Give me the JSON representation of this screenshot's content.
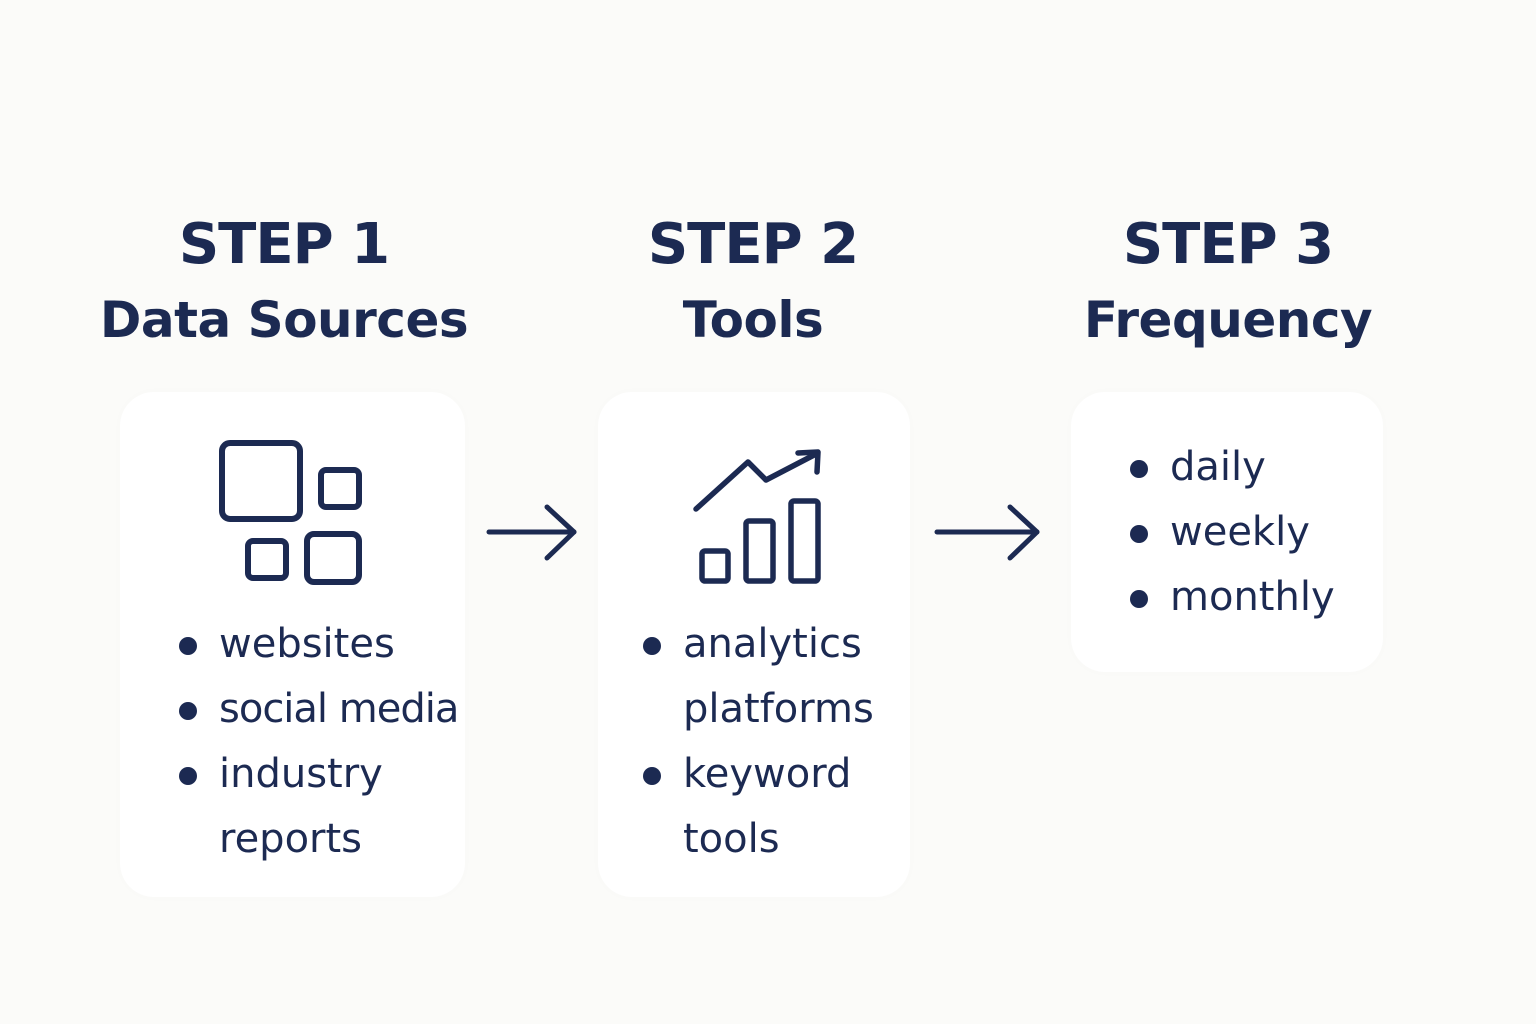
{
  "colors": {
    "primary": "#1c2a52",
    "background": "#fbfbf9",
    "card": "#ffffff"
  },
  "steps": [
    {
      "number": "STEP 1",
      "name": "Data Sources",
      "icon": "grid-squares-icon",
      "items": [
        {
          "line1": "websites",
          "line2": ""
        },
        {
          "line1": "social media",
          "line2": ""
        },
        {
          "line1": "industry",
          "line2": "reports"
        }
      ]
    },
    {
      "number": "STEP 2",
      "name": "Tools",
      "icon": "growth-chart-icon",
      "items": [
        {
          "line1": "analytics",
          "line2": "platforms"
        },
        {
          "line1": "keyword",
          "line2": "tools"
        }
      ]
    },
    {
      "number": "STEP 3",
      "name": "Frequency",
      "icon": "",
      "items": [
        {
          "line1": "daily",
          "line2": ""
        },
        {
          "line1": "weekly",
          "line2": ""
        },
        {
          "line1": "monthly",
          "line2": ""
        }
      ]
    }
  ],
  "connectors": [
    "right-arrow-icon",
    "right-arrow-icon"
  ]
}
